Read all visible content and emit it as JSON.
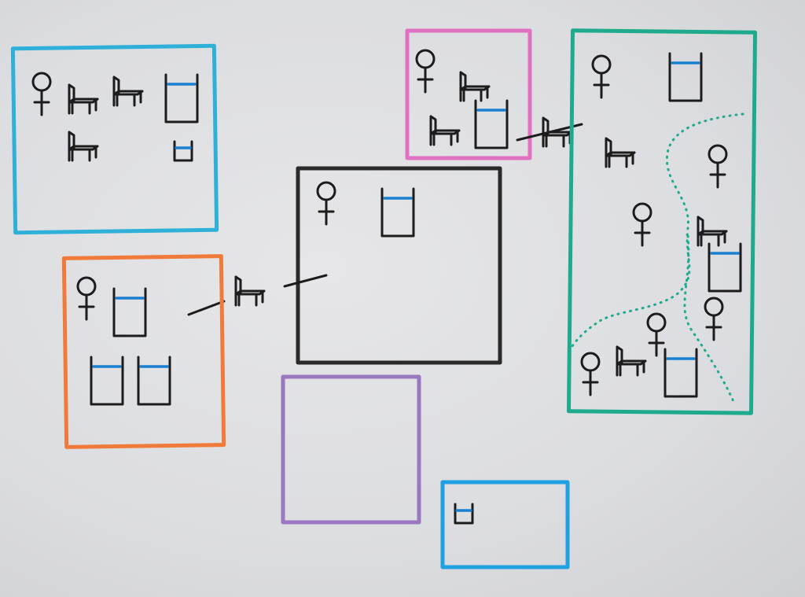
{
  "board": {
    "ink_color": "#1c1c1c",
    "water_color": "#1b7fd0"
  },
  "rooms": {
    "blue_top_left": {
      "color": "#2fb0d8",
      "people": 1,
      "chairs": 3,
      "cups": 2
    },
    "pink": {
      "color": "#e070c0",
      "people": 1,
      "chairs": 2,
      "cups": 1
    },
    "teal": {
      "color": "#1faa8e",
      "people": 6,
      "chairs": 3,
      "cups": 3
    },
    "black": {
      "color": "#2a2a2a",
      "people": 1,
      "chairs": 0,
      "cups": 1
    },
    "orange": {
      "color": "#f07a3a",
      "people": 1,
      "chairs": 0,
      "cups": 3
    },
    "purple": {
      "color": "#9a78c0",
      "people": 0,
      "chairs": 0,
      "cups": 0
    },
    "blue_small": {
      "color": "#1fa0e0",
      "people": 0,
      "chairs": 0,
      "cups": 1
    }
  },
  "connectors": {
    "teal_divider_color": "#1faa8e"
  }
}
